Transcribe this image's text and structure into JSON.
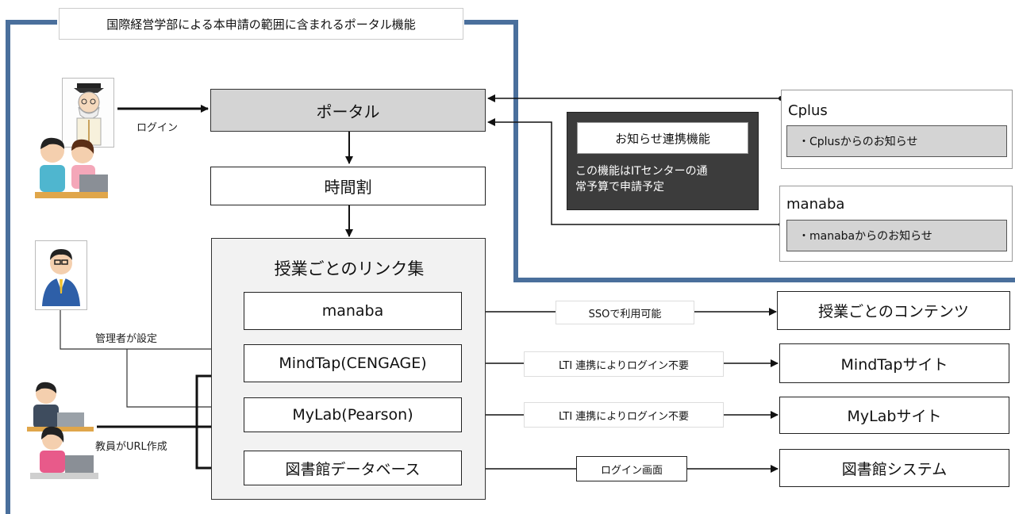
{
  "scope_title": "国際経営学部による本申請の範囲に含まれるポータル機能",
  "portal": "ポータル",
  "timetable": "時間割",
  "links": {
    "title": "授業ごとのリンク集",
    "items": [
      "manaba",
      "MindTap(CENGAGE)",
      "MyLab(Pearson)",
      "図書館データベース"
    ]
  },
  "login_label": "ログイン",
  "admin_label": "管理者が設定",
  "teacher_label": "教員がURL作成",
  "notice": {
    "title": "お知らせ連携機能",
    "desc_line1": "この機能はITセンターの通",
    "desc_line2": "常予算で申請予定"
  },
  "cplus": {
    "name": "Cplus",
    "item": "・Cplusからのお知らせ"
  },
  "manaba_box": {
    "name": "manaba",
    "item": "・manabaからのお知らせ"
  },
  "connectors": [
    "SSOで利用可能",
    "LTI 連携によりログイン不要",
    "LTI 連携によりログイン不要",
    "ログイン画面"
  ],
  "targets": [
    "授業ごとのコンテンツ",
    "MindTapサイト",
    "MyLabサイト",
    "図書館システム"
  ],
  "colors": {
    "scope_border": "#4a6f9c",
    "gray_box": "#d4d4d4",
    "dark_box": "#3c3c3c"
  },
  "icons": [
    "graduate-icon",
    "students-icon",
    "admin-icon",
    "teachers-icon"
  ]
}
